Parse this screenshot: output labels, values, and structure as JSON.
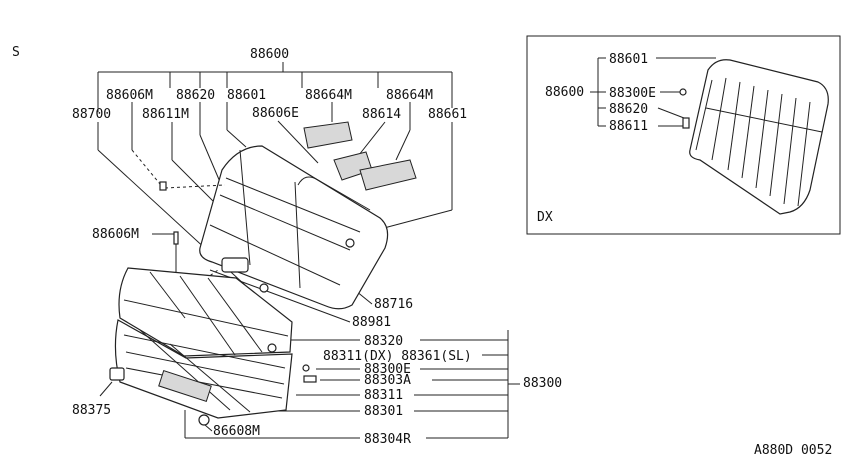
{
  "variant_s": "S",
  "variant_dx": "DX",
  "drawing_code": "A880D 0052",
  "labels": {
    "p88600": "88600",
    "p88606m_top": "88606M",
    "p88620": "88620",
    "p88601": "88601",
    "p88664m_a": "88664M",
    "p88664m_b": "88664M",
    "p88700": "88700",
    "p88611m": "88611M",
    "p88606e": "88606E",
    "p88614": "88614",
    "p88661": "88661",
    "p88606m_left": "88606M",
    "p88716": "88716",
    "p88981": "88981",
    "p88320": "88320",
    "p88311_88361": "88311(DX) 88361(SL)",
    "p88300e": "88300E",
    "p88303a": "88303A",
    "p88311": "88311",
    "p88301": "88301",
    "p88304r": "88304R",
    "p88300": "88300",
    "p88375": "88375",
    "p86608m": "86608M"
  },
  "inset": {
    "p88600": "88600",
    "p88601": "88601",
    "p88300e": "88300E",
    "p88620": "88620",
    "p88611": "88611"
  },
  "icons": {
    "seat_back": "rear-seat-back-icon",
    "seat_cushion": "rear-seat-cushion-icon",
    "seat_frame": "seat-frame-icon",
    "clip": "clip-icon"
  }
}
